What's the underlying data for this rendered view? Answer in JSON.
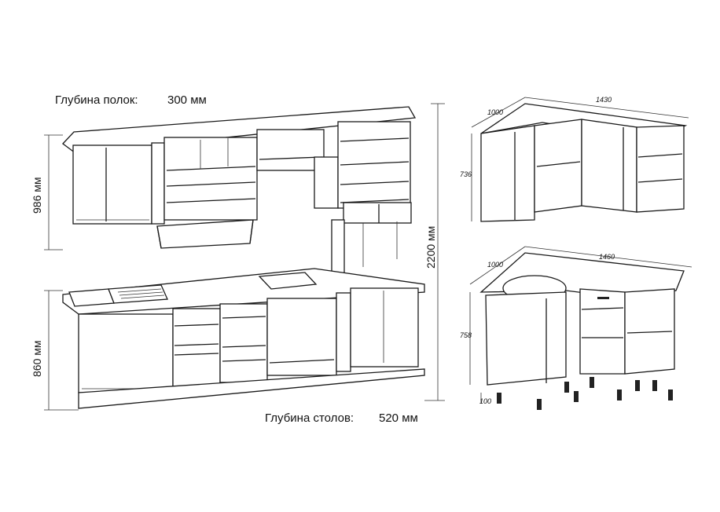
{
  "labels": {
    "shelf_depth_label": "Глубина полок:",
    "shelf_depth_value": "300 мм",
    "table_depth_label": "Глубина столов:",
    "table_depth_value": "520 мм",
    "upper_height": "986 мм",
    "lower_height": "860 мм",
    "total_height": "2200 мм"
  },
  "corner_upper": {
    "depth": "1000",
    "width": "1430",
    "height": "736"
  },
  "corner_lower": {
    "depth": "1000",
    "width": "1460",
    "height": "758",
    "leg": "100"
  }
}
